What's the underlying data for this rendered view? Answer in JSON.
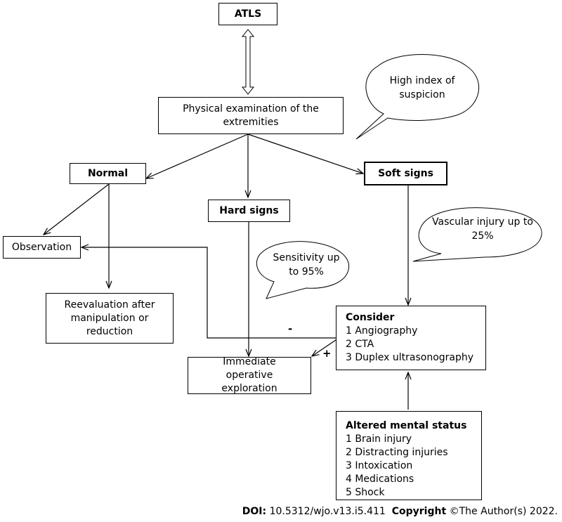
{
  "nodes": {
    "atls": "ATLS",
    "physical_exam": "Physical examination of the extremities",
    "normal": "Normal",
    "hard_signs": "Hard signs",
    "soft_signs": "Soft signs",
    "observation": "Observation",
    "reevaluation": "Reevaluation after manipulation or reduction",
    "immediate_exploration": "Immediate operative exploration",
    "consider": {
      "title": "Consider",
      "items": [
        "1 Angiography",
        "2 CTA",
        "3 Duplex ultrasonography"
      ]
    },
    "altered_mental_status": {
      "title": "Altered mental status",
      "items": [
        "1 Brain injury",
        "2 Distracting injuries",
        "3 Intoxication",
        "4 Medications",
        "5 Shock"
      ]
    }
  },
  "callouts": {
    "high_index": "High index of suspicion",
    "vascular_injury": "Vascular injury up to 25%",
    "sensitivity": "Sensitivity up to 95%"
  },
  "signs": {
    "negative": "-",
    "positive": "+"
  },
  "footer": {
    "doi_label": "DOI:",
    "doi_value": "10.5312/wjo.v13.i5.411",
    "copyright_label": "Copyright",
    "copyright_value": "©The Author(s) 2022."
  }
}
